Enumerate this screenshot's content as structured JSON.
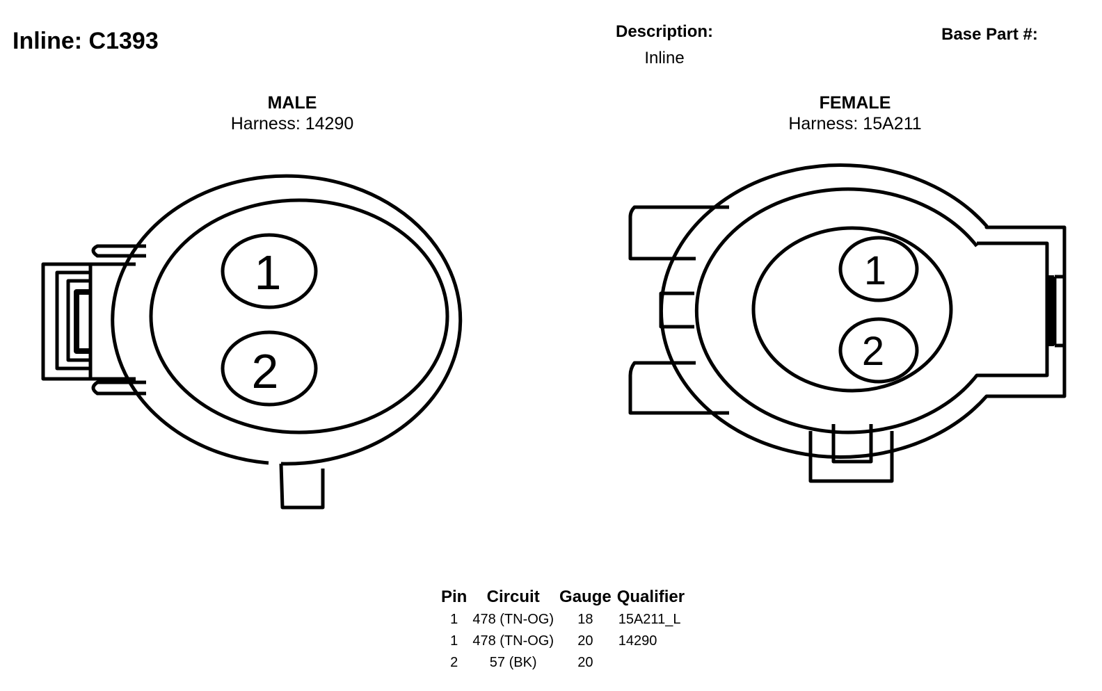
{
  "header": {
    "title": "Inline: C1393",
    "description_label": "Description:",
    "description_value": "Inline",
    "base_part_label": "Base Part #:"
  },
  "male": {
    "title": "MALE",
    "harness": "Harness: 14290",
    "pins": [
      "1",
      "2"
    ]
  },
  "female": {
    "title": "FEMALE",
    "harness": "Harness: 15A211",
    "pins": [
      "1",
      "2"
    ]
  },
  "table": {
    "columns": [
      "Pin",
      "Circuit",
      "Gauge",
      "Qualifier"
    ],
    "rows": [
      [
        "1",
        "478 (TN-OG)",
        "18",
        "15A211_L"
      ],
      [
        "1",
        "478 (TN-OG)",
        "20",
        "14290"
      ],
      [
        "2",
        "57 (BK)",
        "20",
        ""
      ]
    ]
  }
}
